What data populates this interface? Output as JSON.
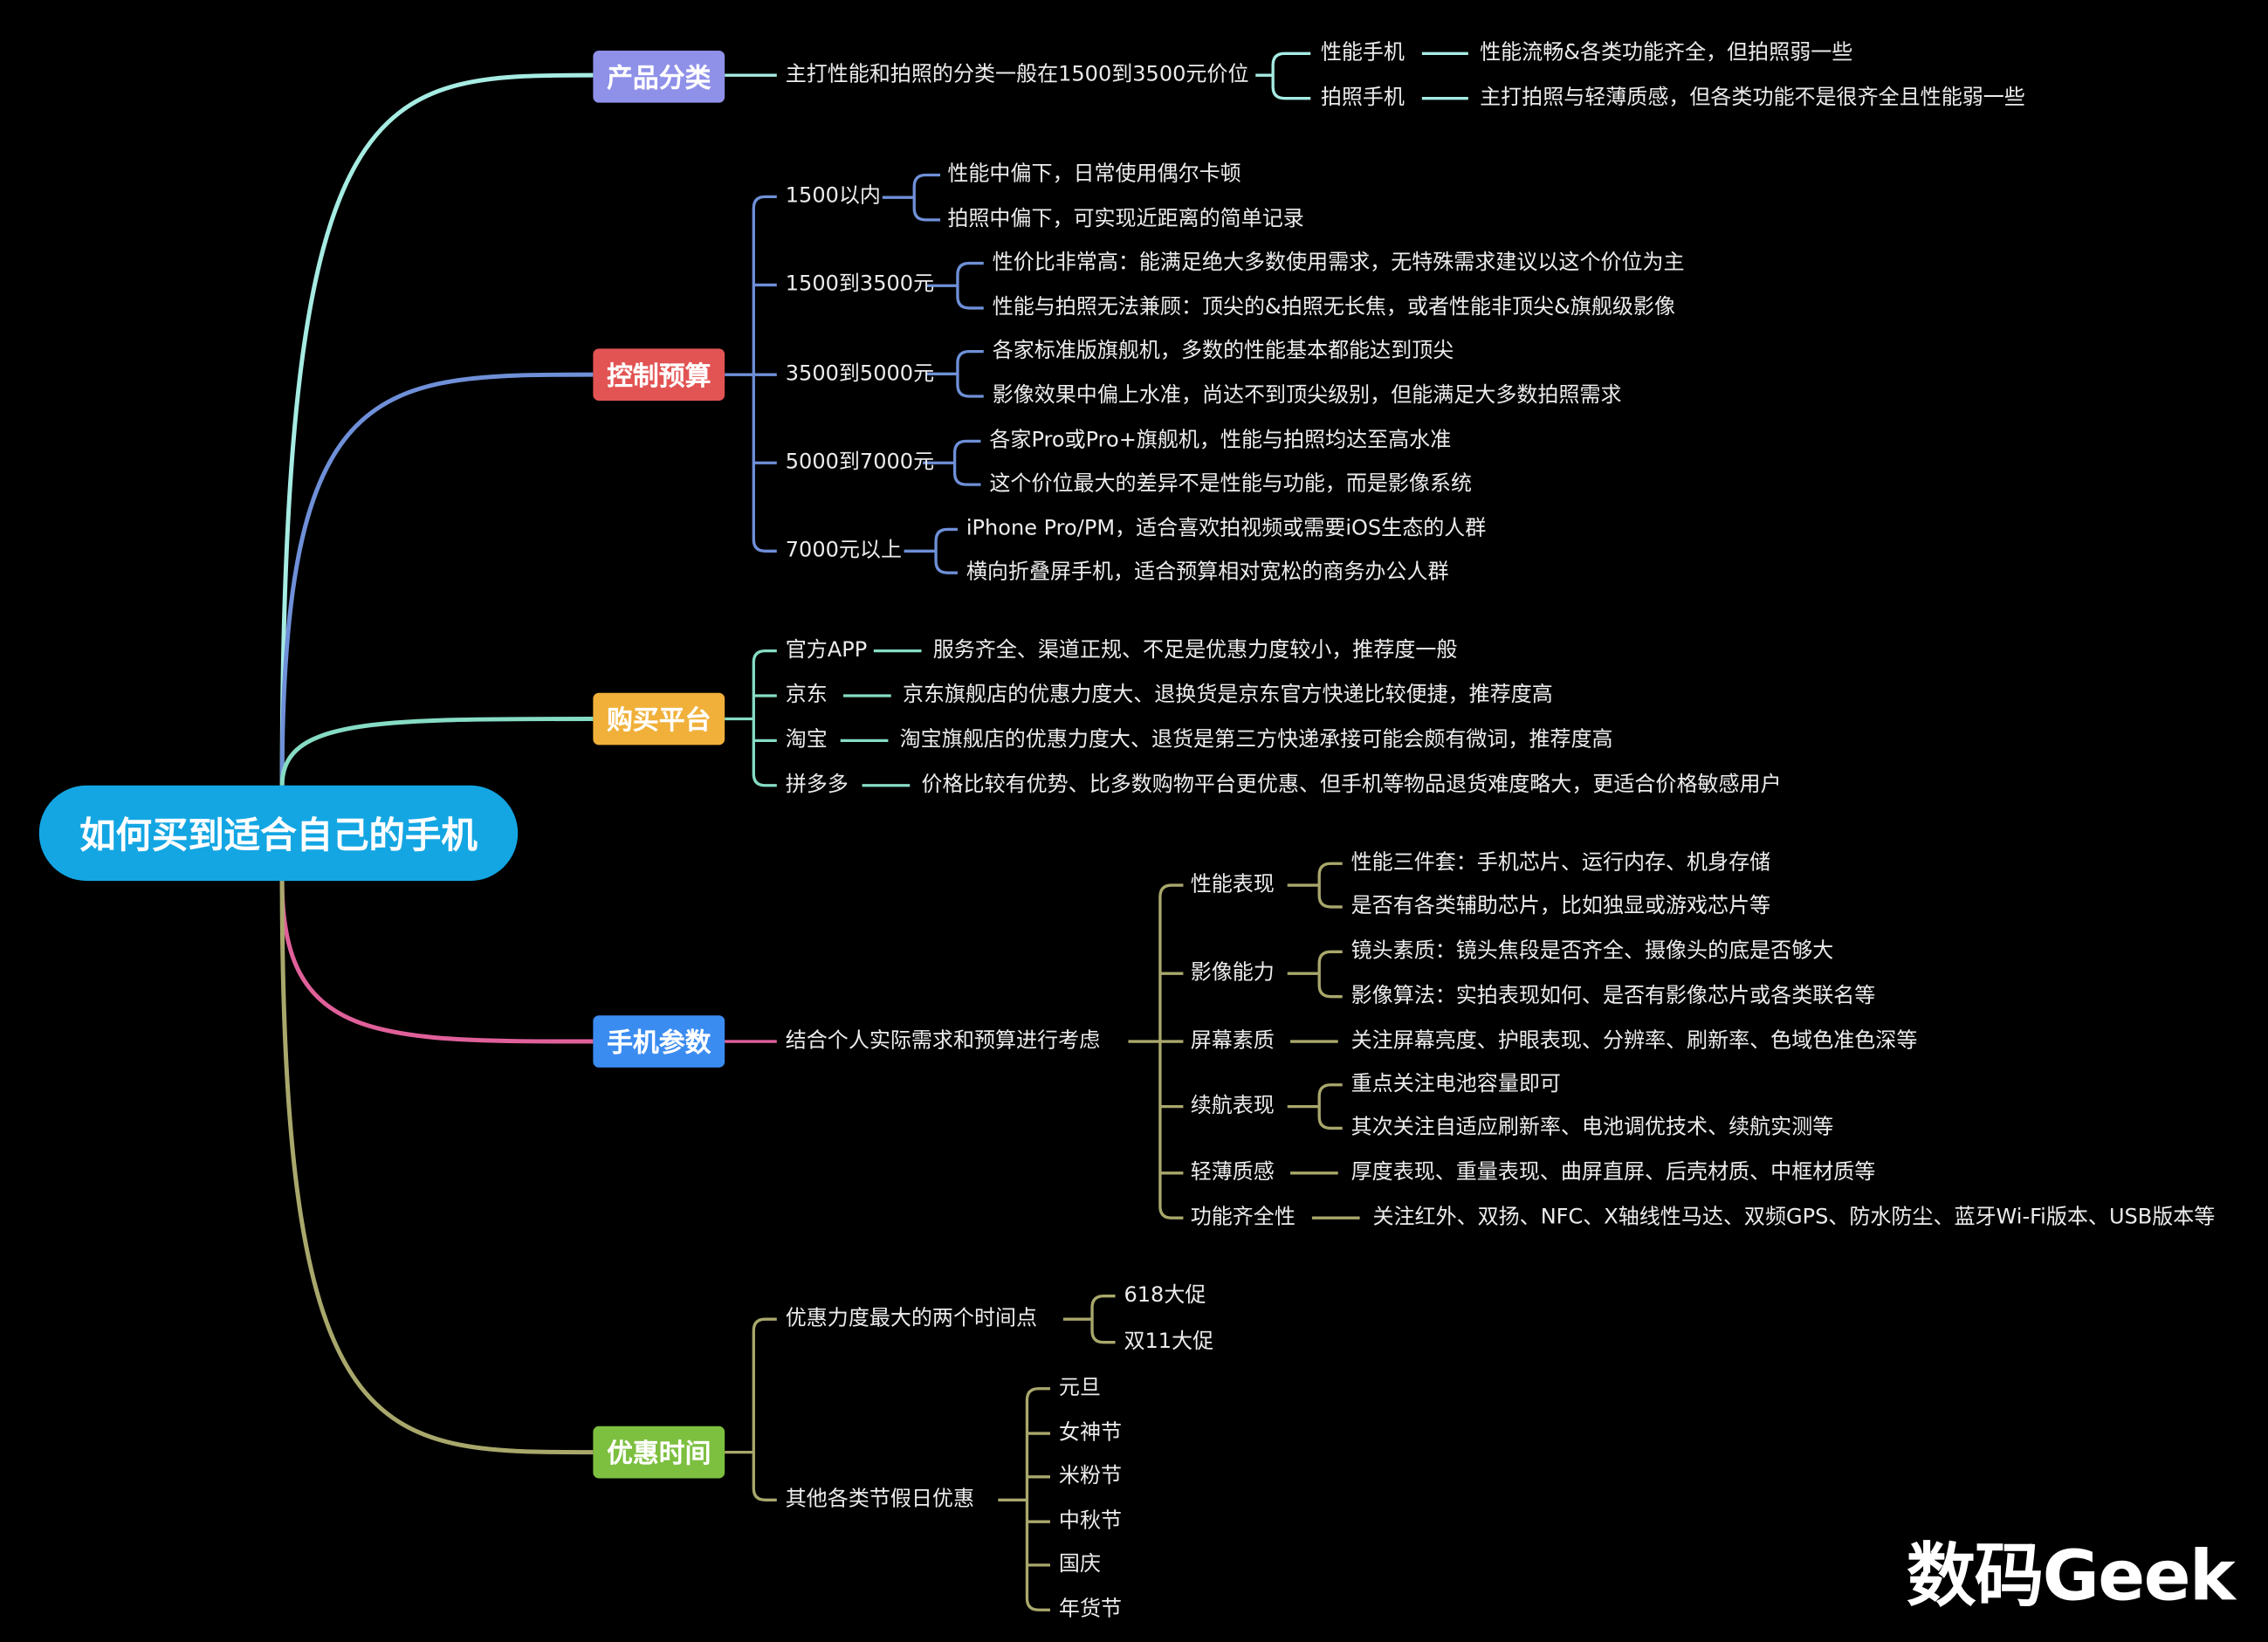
{
  "root": {
    "title": "如何买到适合自己的手机"
  },
  "category": {
    "label": "产品分类",
    "summary": "主打性能和拍照的分类一般在1500到3500元价位",
    "items": [
      {
        "name": "性能手机",
        "desc": "性能流畅&各类功能齐全，但拍照弱一些"
      },
      {
        "name": "拍照手机",
        "desc": "主打拍照与轻薄质感，但各类功能不是很齐全且性能弱一些"
      }
    ]
  },
  "budget": {
    "label": "控制预算",
    "ranges": [
      {
        "name": "1500以内",
        "points": [
          "性能中偏下，日常使用偶尔卡顿",
          "拍照中偏下，可实现近距离的简单记录"
        ]
      },
      {
        "name": "1500到3500元",
        "points": [
          "性价比非常高：能满足绝大多数使用需求，无特殊需求建议以这个价位为主",
          "性能与拍照无法兼顾：顶尖的&拍照无长焦，或者性能非顶尖&旗舰级影像"
        ]
      },
      {
        "name": "3500到5000元",
        "points": [
          "各家标准版旗舰机，多数的性能基本都能达到顶尖",
          "影像效果中偏上水准，尚达不到顶尖级别，但能满足大多数拍照需求"
        ]
      },
      {
        "name": "5000到7000元",
        "points": [
          "各家Pro或Pro+旗舰机，性能与拍照均达至高水准",
          "这个价位最大的差异不是性能与功能，而是影像系统"
        ]
      },
      {
        "name": "7000元以上",
        "points": [
          "iPhone Pro/PM，适合喜欢拍视频或需要iOS生态的人群",
          "横向折叠屏手机，适合预算相对宽松的商务办公人群"
        ]
      }
    ]
  },
  "platform": {
    "label": "购买平台",
    "items": [
      {
        "name": "官方APP",
        "desc": "服务齐全、渠道正规、不足是优惠力度较小，推荐度一般"
      },
      {
        "name": "京东",
        "desc": "京东旗舰店的优惠力度大、退换货是京东官方快递比较便捷，推荐度高"
      },
      {
        "name": "淘宝",
        "desc": "淘宝旗舰店的优惠力度大、退货是第三方快递承接可能会颇有微词，推荐度高"
      },
      {
        "name": "拼多多",
        "desc": "价格比较有优势、比多数购物平台更优惠、但手机等物品退货难度略大，更适合价格敏感用户"
      }
    ]
  },
  "params": {
    "label": "手机参数",
    "summary": "结合个人实际需求和预算进行考虑",
    "items": [
      {
        "name": "性能表现",
        "points": [
          "性能三件套：手机芯片、运行内存、机身存储",
          "是否有各类辅助芯片，比如独显或游戏芯片等"
        ]
      },
      {
        "name": "影像能力",
        "points": [
          "镜头素质：镜头焦段是否齐全、摄像头的底是否够大",
          "影像算法：实拍表现如何、是否有影像芯片或各类联名等"
        ]
      },
      {
        "name": "屏幕素质",
        "points": [
          "关注屏幕亮度、护眼表现、分辨率、刷新率、色域色准色深等"
        ]
      },
      {
        "name": "续航表现",
        "points": [
          "重点关注电池容量即可",
          "其次关注自适应刷新率、电池调优技术、续航实测等"
        ]
      },
      {
        "name": "轻薄质感",
        "points": [
          "厚度表现、重量表现、曲屏直屏、后壳材质、中框材质等"
        ]
      },
      {
        "name": "功能齐全性",
        "points": [
          "关注红外、双扬、NFC、X轴线性马达、双频GPS、防水防尘、蓝牙Wi-Fi版本、USB版本等"
        ]
      }
    ]
  },
  "timing": {
    "label": "优惠时间",
    "groups": [
      {
        "name": "优惠力度最大的两个时间点",
        "items": [
          "618大促",
          "双11大促"
        ]
      },
      {
        "name": "其他各类节假日优惠",
        "items": [
          "元旦",
          "女神节",
          "米粉节",
          "中秋节",
          "国庆",
          "年货节"
        ]
      }
    ]
  },
  "watermark": "数码Geek",
  "colors": {
    "root": "#14a6e3",
    "category": "#8f90e8",
    "budget": "#e25353",
    "platform": "#f0b03a",
    "params": "#3b8cf0",
    "timing": "#7dbf3f"
  }
}
